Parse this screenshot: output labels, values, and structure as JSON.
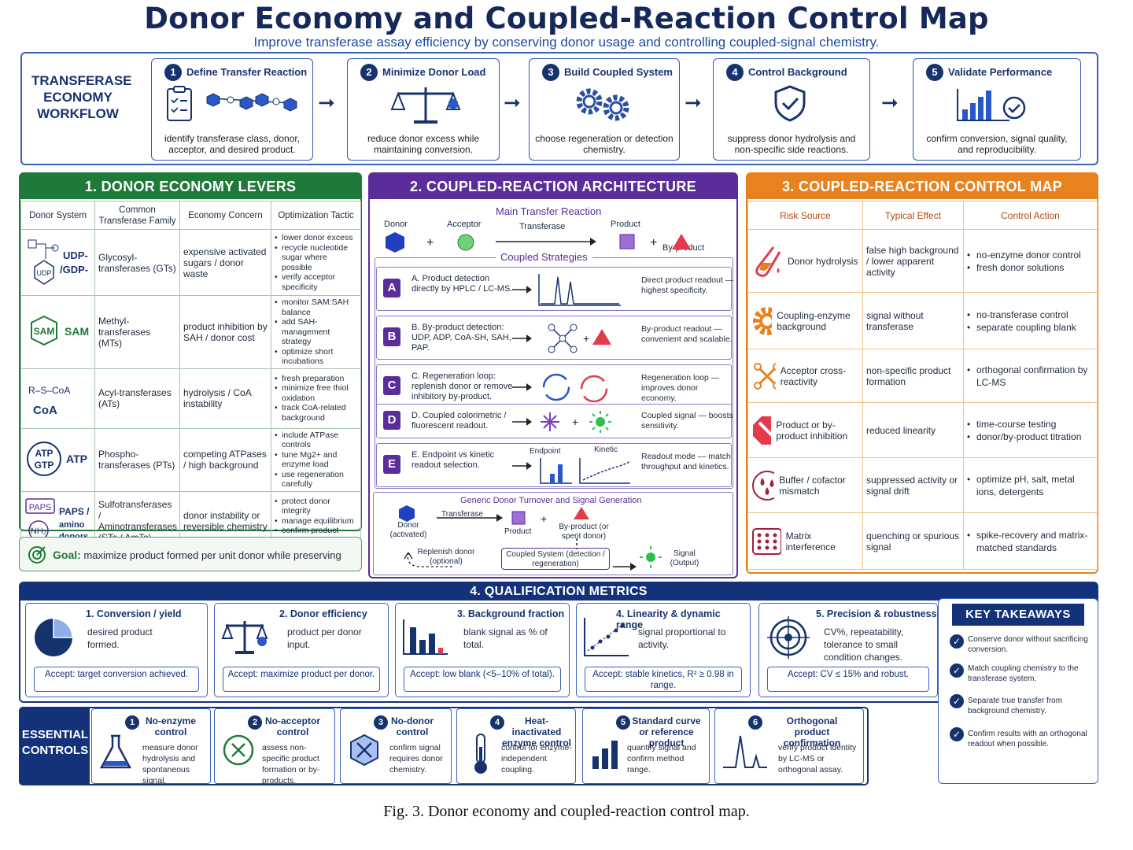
{
  "title": "Donor Economy and Coupled-Reaction Control Map",
  "subtitle": "Improve transferase assay efficiency by conserving donor usage and controlling coupled-signal chemistry.",
  "workflow": {
    "label": "TRANSFERASE ECONOMY WORKFLOW",
    "steps": [
      {
        "num": "1",
        "title": "Define Transfer Reaction",
        "desc": "identify transferase class, donor, acceptor, and desired product."
      },
      {
        "num": "2",
        "title": "Minimize Donor Load",
        "desc": "reduce donor excess while maintaining conversion."
      },
      {
        "num": "3",
        "title": "Build Coupled System",
        "desc": "choose regeneration or detection chemistry."
      },
      {
        "num": "4",
        "title": "Control Background",
        "desc": "suppress donor hydrolysis and non-specific side reactions."
      },
      {
        "num": "5",
        "title": "Validate Performance",
        "desc": "confirm conversion, signal quality, and reproducibility."
      }
    ]
  },
  "section1": {
    "title": "1. DONOR ECONOMY LEVERS",
    "headers": [
      "Donor System",
      "Common Transferase Family",
      "Economy Concern",
      "Optimization Tactic"
    ],
    "rows": [
      {
        "icon": "udp-icon",
        "label": "UDP-/GDP-",
        "badge": "UDP",
        "family": "Glycosyl-transferases (GTs)",
        "concern": "expensive activated sugars / donor waste",
        "tactics": [
          "lower donor excess",
          "recycle nucleotide sugar where possible",
          "verify acceptor specificity"
        ]
      },
      {
        "icon": "sam-icon",
        "label": "SAM",
        "badge": "SAM",
        "family": "Methyl-transferases (MTs)",
        "concern": "product inhibition by SAH / donor cost",
        "tactics": [
          "monitor SAM:SAH balance",
          "add SAH-management strategy",
          "optimize short incubations"
        ]
      },
      {
        "icon": "coa-icon",
        "label": "CoA",
        "badge": "R–S–CoA",
        "family": "Acyl-transferases (ATs)",
        "concern": "hydrolysis / CoA instability",
        "tactics": [
          "fresh preparation",
          "minimize free thiol oxidation",
          "track CoA-related background"
        ]
      },
      {
        "icon": "atp-icon",
        "label": "ATP",
        "badge": "ATP GTP",
        "family": "Phospho-transferases (PTs)",
        "concern": "competing ATPases / high background",
        "tactics": [
          "include ATPase controls",
          "tune Mg2+ and enzyme load",
          "use regeneration carefully"
        ]
      },
      {
        "icon": "paps-icon",
        "label": "PAPS / amino donors",
        "badge": "PAPS",
        "family": "Sulfotransferases / Aminotransferases (STs / AmTs)",
        "concern": "donor instability or reversible chemistry",
        "tactics": [
          "protect donor integrity",
          "manage equilibrium",
          "confirm product identity"
        ]
      }
    ],
    "goal_label": "Goal:",
    "goal_text": "maximize product formed per unit donor while preserving assay fidelity."
  },
  "section2": {
    "title": "2. COUPLED-REACTION ARCHITECTURE",
    "main_label": "Main Transfer Reaction",
    "donor": "Donor",
    "acceptor": "Acceptor",
    "transferase": "Transferase",
    "product": "Product",
    "byproduct": "By-product",
    "strategies_label": "Coupled Strategies",
    "strategies": [
      {
        "letter": "A",
        "name": "A. Product detection",
        "detail": "directly by HPLC / LC-MS.",
        "result": "Direct product readout — highest specificity."
      },
      {
        "letter": "B",
        "name": "B. By-product detection:",
        "detail": "UDP, ADP, CoA-SH, SAH, PAP.",
        "result": "By-product readout — convenient and scalable."
      },
      {
        "letter": "C",
        "name": "C. Regeneration loop:",
        "detail": "replenish donor or remove inhibitory by-product.",
        "result": "Regeneration loop — improves donor economy."
      },
      {
        "letter": "D",
        "name": "D. Coupled colorimetric / fluorescent readout.",
        "detail": "",
        "result": "Coupled signal — boosts sensitivity."
      },
      {
        "letter": "E",
        "name": "E. Endpoint vs kinetic readout selection.",
        "detail": "",
        "result": "Readout mode — match throughput and kinetics.",
        "endpoint": "Endpoint",
        "kinetic": "Kinetic"
      }
    ],
    "generic": {
      "title": "Generic Donor Turnover and Signal Generation",
      "donor": "Donor (activated)",
      "transferase": "Transferase",
      "product": "Product",
      "byproduct": "By-product (or spent donor)",
      "replenish": "Replenish donor (optional)",
      "coupled": "Coupled System (detection / regeneration)",
      "signal": "Signal (Output)"
    }
  },
  "section3": {
    "title": "3. COUPLED-REACTION CONTROL MAP",
    "headers": [
      "Risk Source",
      "Typical Effect",
      "Control Action"
    ],
    "rows": [
      {
        "icon": "test-tube-icon",
        "risk": "Donor hydrolysis",
        "effect": "false high background / lower apparent activity",
        "actions": [
          "no-enzyme donor control",
          "fresh donor solutions"
        ]
      },
      {
        "icon": "gear-icon",
        "risk": "Coupling-enzyme background",
        "effect": "signal without transferase",
        "actions": [
          "no-transferase control",
          "separate coupling blank"
        ]
      },
      {
        "icon": "cross-reactivity-icon",
        "risk": "Acceptor cross-reactivity",
        "effect": "non-specific product formation",
        "actions": [
          "orthogonal confirmation by LC-MS"
        ]
      },
      {
        "icon": "stop-icon",
        "risk": "Product or by-product inhibition",
        "effect": "reduced linearity",
        "actions": [
          "time-course testing",
          "donor/by-product titration"
        ]
      },
      {
        "icon": "drops-icon",
        "risk": "Buffer / cofactor mismatch",
        "effect": "suppressed activity or signal drift",
        "actions": [
          "optimize pH, salt, metal ions, detergents"
        ]
      },
      {
        "icon": "plate-icon",
        "risk": "Matrix interference",
        "effect": "quenching or spurious signal",
        "actions": [
          "spike-recovery and matrix-matched standards"
        ]
      }
    ]
  },
  "section4": {
    "title": "4. QUALIFICATION METRICS",
    "metrics": [
      {
        "title": "1. Conversion / yield",
        "desc": "desired product formed.",
        "accept": "Accept: target conversion achieved."
      },
      {
        "title": "2. Donor efficiency",
        "desc": "product per donor input.",
        "accept": "Accept: maximize product per donor."
      },
      {
        "title": "3. Background fraction",
        "desc": "blank signal as % of total.",
        "accept": "Accept: low blank (<5–10% of total)."
      },
      {
        "title": "4. Linearity & dynamic range",
        "desc": "signal proportional to activity.",
        "accept": "Accept: stable kinetics, R² ≥ 0.98 in range."
      },
      {
        "title": "5. Precision & robustness",
        "desc": "CV%, repeatability, tolerance to small condition changes.",
        "accept": "Accept: CV ≤ 15% and robust."
      }
    ]
  },
  "takeaways": {
    "title": "KEY TAKEAWAYS",
    "items": [
      "Conserve donor without sacrificing conversion.",
      "Match coupling chemistry to the transferase system.",
      "Separate true transfer from background chemistry.",
      "Confirm results with an orthogonal readout when possible."
    ]
  },
  "controls": {
    "label": "ESSENTIAL CONTROLS",
    "items": [
      {
        "num": "1",
        "title": "No-enzyme control",
        "desc": "measure donor hydrolysis and spontaneous signal."
      },
      {
        "num": "2",
        "title": "No-acceptor control",
        "desc": "assess non-specific product formation or by-products."
      },
      {
        "num": "3",
        "title": "No-donor control",
        "desc": "confirm signal requires donor chemistry."
      },
      {
        "num": "4",
        "title": "Heat-inactivated enzyme control",
        "desc": "control for enzyme-independent coupling."
      },
      {
        "num": "5",
        "title": "Standard curve or reference product",
        "desc": "quantify signal and confirm method range."
      },
      {
        "num": "6",
        "title": "Orthogonal product confirmation",
        "desc": "verify product identity by LC-MS or orthogonal assay."
      }
    ]
  },
  "caption": "Fig. 3.  Donor economy and coupled-reaction control map.",
  "colors": {
    "navy": "#14327a",
    "green": "#1f7a3a",
    "purple": "#5a2d9a",
    "orange": "#e8821e",
    "red": "#d9263a"
  }
}
